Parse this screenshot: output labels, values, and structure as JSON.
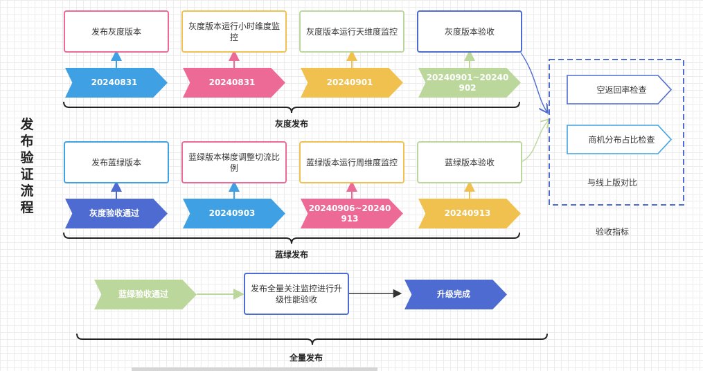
{
  "side_title": "发布验证流程",
  "colors": {
    "blue": "#3fa1e3",
    "pink": "#ec6a95",
    "yellow": "#f1c14f",
    "green": "#bcd79c",
    "indigo": "#4d6bd1",
    "dash": "#4d6bd1"
  },
  "gray_release": {
    "label": "灰度发布",
    "steps": [
      {
        "box": "发布灰度版本",
        "tag": "20240831"
      },
      {
        "box": "灰度版本运行小时维度监控",
        "tag": "20240831"
      },
      {
        "box": "灰度版本运行天维度监控",
        "tag": "20240901"
      },
      {
        "box": "灰度版本验收",
        "tag": "20240901~20240902"
      }
    ]
  },
  "bluegreen_release": {
    "label": "蓝绿发布",
    "steps": [
      {
        "box": "发布蓝绿版本",
        "tag": "灰度验收通过"
      },
      {
        "box": "蓝绿版本梯度调整切流比例",
        "tag": "20240903"
      },
      {
        "box": "蓝绿版本运行周维度监控",
        "tag": "20240906~20240913"
      },
      {
        "box": "蓝绿版本验收",
        "tag": "20240913"
      }
    ]
  },
  "full_release": {
    "label": "全量发布",
    "start_tag": "蓝绿验收通过",
    "box": "发布全量关注监控进行升级性能验收",
    "end_tag": "升级完成"
  },
  "acceptance": {
    "items": [
      "空返回率检查",
      "商机分布占比检查"
    ],
    "note": "与线上版对比",
    "caption": "验收指标"
  }
}
